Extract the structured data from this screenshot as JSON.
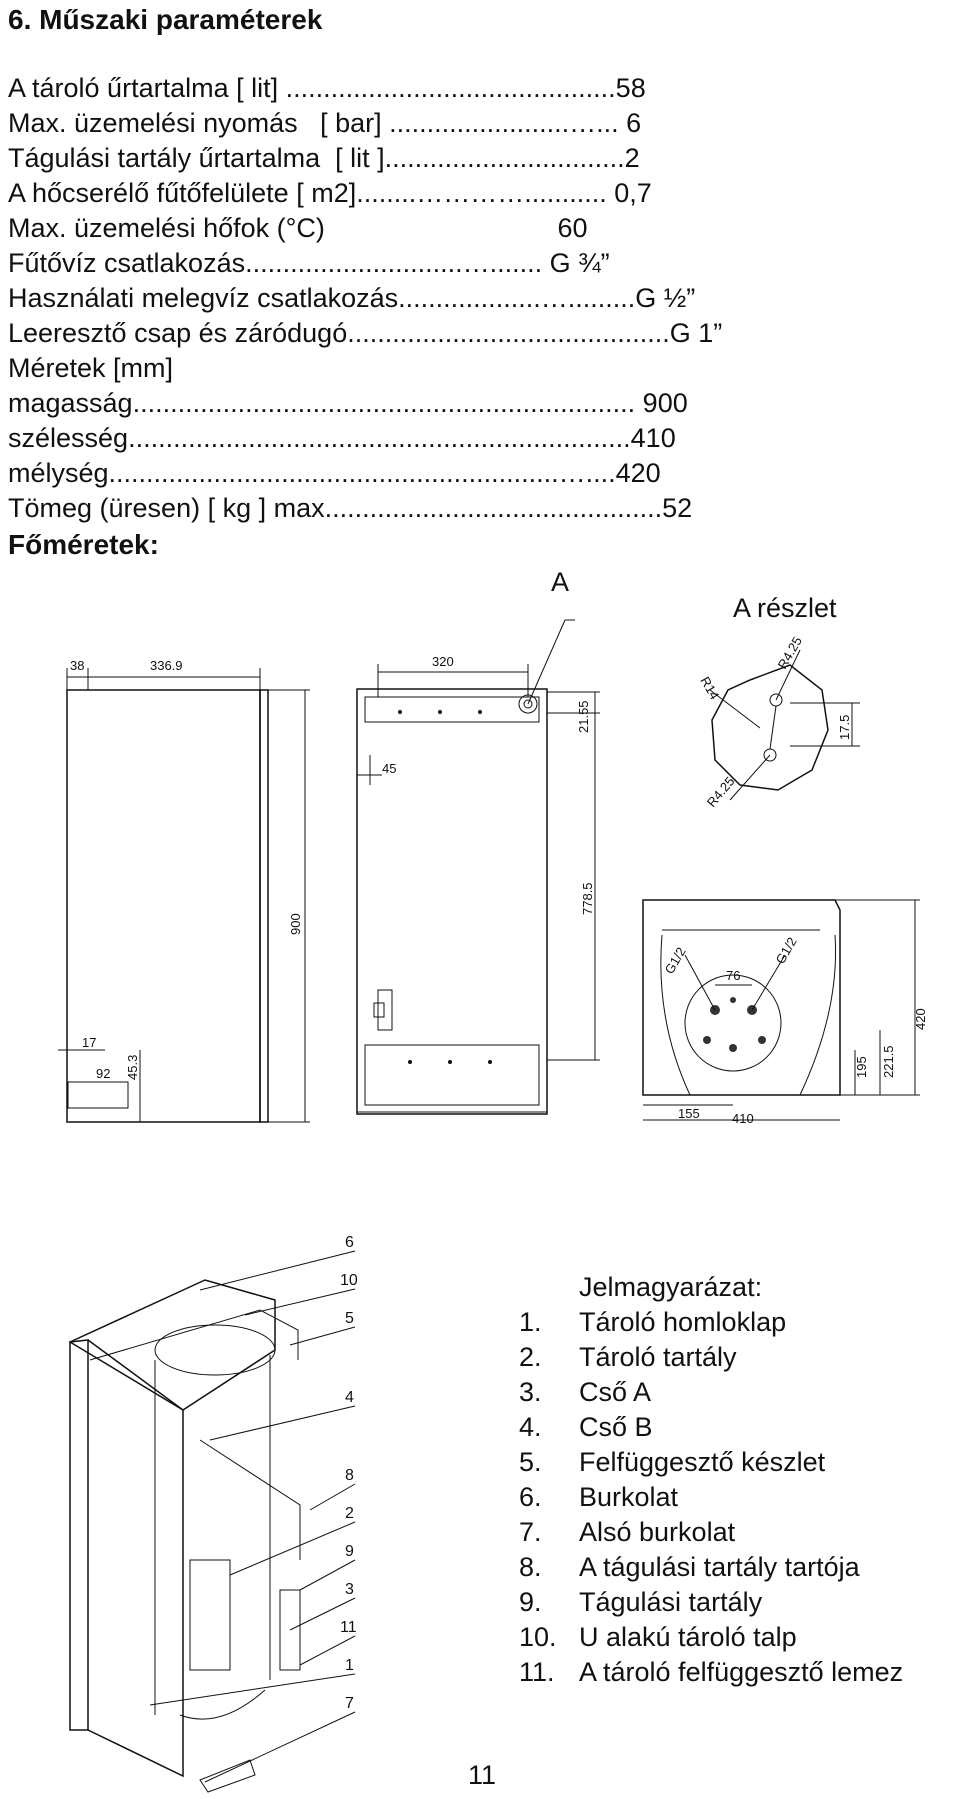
{
  "section_title": "6. Műszaki paraméterek",
  "specs": [
    "A tároló űrtartalma [ lit] ............................................58",
    "Max. üzemelési nyomás   [ bar] ........................…... 6",
    "Tágulási tartály űrtartalma  [ lit ]................................2",
    "A hőcserélő fűtőfelülete [ m2]........…………........... 0,7",
    "Max. üzemelési hőfok (°C)                               60",
    "Fűtővíz csatlakozás.............................…....... G ¾”",
    "Használati melegvíz csatlakozás...................….........G ½”",
    "Leeresztő csap és záródugó...........................................G 1”",
    "Méretek [mm]",
    "magasság................................................................... 900",
    "szélesség...................................................................410",
    "mélység............................................................…....420",
    "Tömeg (üresen) [ kg ] max.............................................52"
  ],
  "main_dims_title": "Főméretek:",
  "figure_labels": {
    "a": "A",
    "a_detail": "A részlet"
  },
  "dimensions": {
    "side_w1": "38",
    "side_w2": "336.9",
    "side_h": "900",
    "side_b1": "17",
    "side_b2": "92",
    "side_b3": "45.3",
    "front_w": "320",
    "front_h1": "21.55",
    "front_side": "45",
    "front_h2": "778.5",
    "det_r1": "R4.25",
    "det_r2": "R14",
    "det_r3": "R4.25",
    "det_h": "17.5",
    "top_g1": "G1/2",
    "top_g2": "G1/2",
    "top_d": "76",
    "top_w1": "155",
    "top_w2": "410",
    "top_h1": "195",
    "top_h2": "221.5",
    "top_h3": "420"
  },
  "callouts": [
    "6",
    "10",
    "5",
    "4",
    "8",
    "2",
    "9",
    "3",
    "11",
    "1",
    "7"
  ],
  "legend_title": "Jelmagyarázat:",
  "legend_items": [
    {
      "num": "1.",
      "text": "Tároló homloklap"
    },
    {
      "num": "2.",
      "text": "Tároló tartály"
    },
    {
      "num": "3.",
      "text": "Cső A"
    },
    {
      "num": "4.",
      "text": "Cső B"
    },
    {
      "num": "5.",
      "text": "Felfüggesztő készlet"
    },
    {
      "num": "6.",
      "text": "Burkolat"
    },
    {
      "num": "7.",
      "text": "Alsó burkolat"
    },
    {
      "num": "8.",
      "text": "A tágulási tartály tartója"
    },
    {
      "num": "9.",
      "text": "Tágulási tartály"
    },
    {
      "num": "10.",
      "text": "U alakú tároló talp"
    },
    {
      "num": "11.",
      "text": "A tároló felfüggesztő lemez"
    }
  ],
  "page_number": "11"
}
